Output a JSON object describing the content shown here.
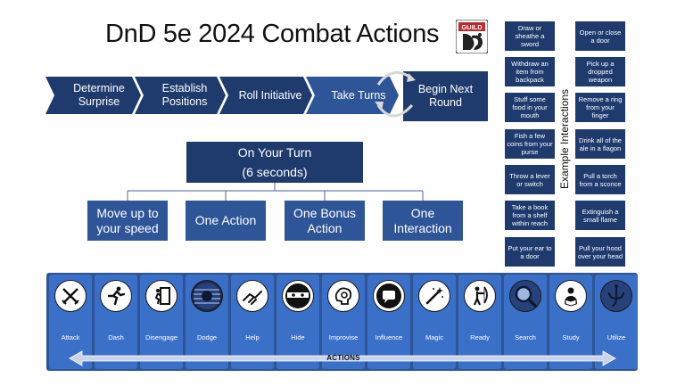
{
  "title": "DnD 5e 2024 Combat Actions",
  "logo_text": "GUILD",
  "flow": [
    "Determine Surprise",
    "Establish Positions",
    "Roll Initiative",
    "Take Turns",
    "Begin Next Round"
  ],
  "turn": {
    "heading_line1": "On Your Turn",
    "heading_line2": "(6 seconds)",
    "options": [
      "Move up to your speed",
      "One Action",
      "One Bonus Action",
      "One Interaction"
    ]
  },
  "interactions_label": "Example Interactions",
  "interactions_left": [
    "Draw or sheathe a sword",
    "Withdraw an item from backpack",
    "Stuff some food in your mouth",
    "Fish a few coins from your purse",
    "Throw a lever or switch",
    "Take a book from a shelf within reach",
    "Put your ear to a door"
  ],
  "interactions_right": [
    "Open or close a door",
    "Pick up a dropped weapon",
    "Remove a ring from your finger",
    "Drink all of the ale in a flagon",
    "Pull a torch from a sconce",
    "Extinguish a small flame",
    "Pull your hood over your head"
  ],
  "actions_title": "ACTIONS",
  "actions": [
    {
      "label": "Attack",
      "icon": "crossed-swords-icon"
    },
    {
      "label": "Dash",
      "icon": "running-figure-icon"
    },
    {
      "label": "Disengage",
      "icon": "exit-door-icon"
    },
    {
      "label": "Dodge",
      "icon": "dodge-orb-icon"
    },
    {
      "label": "Help",
      "icon": "helping-hands-icon"
    },
    {
      "label": "Hide",
      "icon": "masked-face-icon"
    },
    {
      "label": "Improvise",
      "icon": "brain-gear-icon"
    },
    {
      "label": "Influence",
      "icon": "speech-bubble-icon"
    },
    {
      "label": "Magic",
      "icon": "magic-wand-icon"
    },
    {
      "label": "Ready",
      "icon": "archer-icon"
    },
    {
      "label": "Search",
      "icon": "magnifier-icon"
    },
    {
      "label": "Study",
      "icon": "reading-figure-icon"
    },
    {
      "label": "Utilize",
      "icon": "grappling-hook-icon"
    }
  ],
  "colors": {
    "dark_navy": "#1f3b6e",
    "mid_blue": "#2d5597",
    "action_blue": "#3b70c8",
    "arrow_light": "#c9d3ea"
  }
}
